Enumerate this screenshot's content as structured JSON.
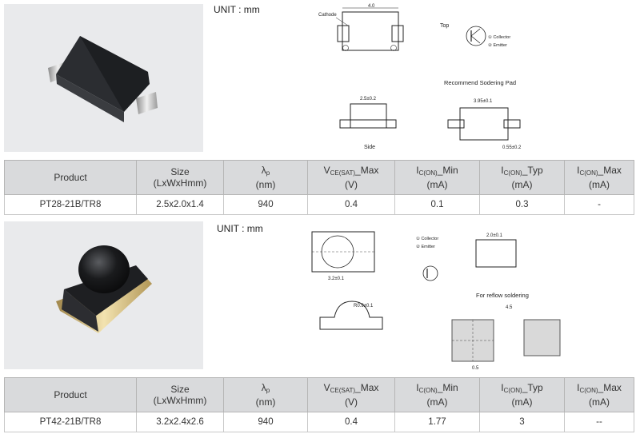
{
  "unit_label": "UNIT : mm",
  "products": [
    {
      "drawing": {
        "cathode": "Cathode",
        "dim_top": "4.0",
        "top": "Top",
        "pin1": "① Collector",
        "pin2": "② Emitter",
        "recommend": "Recommend Sodering Pad",
        "side": "Side",
        "dim_a": "2.5±0.2",
        "dim_b": "3.95±0.1",
        "dim_c": "0.55±0.2"
      },
      "header": {
        "product": "Product",
        "size_1": "Size",
        "size_2": "(LxWxHmm)",
        "lambda_main": "λ",
        "lambda_sub": "p",
        "lambda_unit": "(nm)",
        "vce_main": "V",
        "vce_sub": "CE(SAT)",
        "vce_tail": "_Max",
        "vce_unit": "(V)",
        "icmin_main": "I",
        "icmin_sub": "C(ON)",
        "icmin_tail": "_Min",
        "icmin_unit": "(mA)",
        "ictyp_main": "I",
        "ictyp_sub": "C(ON)",
        "ictyp_tail": "_Typ",
        "ictyp_unit": "(mA)",
        "icmax_main": "I",
        "icmax_sub": "C(ON)",
        "icmax_tail": "_Max",
        "icmax_unit": "(mA)"
      },
      "row": [
        "PT28-21B/TR8",
        "2.5x2.0x1.4",
        "940",
        "0.4",
        "0.1",
        "0.3",
        "-"
      ]
    },
    {
      "drawing": {
        "pin1": "① Collector",
        "pin2": "② Emitter",
        "reflow": "For reflow soldering",
        "dim_top": "4.5",
        "dim_bot": "0.5",
        "dim_a": "3.2±0.1",
        "dim_b": "R0.9±0.1",
        "dim_c": "2.0±0.1"
      },
      "header": {
        "product": "Product",
        "size_1": "Size",
        "size_2": "(LxWxHmm)",
        "lambda_main": "λ",
        "lambda_sub": "p",
        "lambda_unit": "(nm)",
        "vce_main": "V",
        "vce_sub": "CE(SAT)",
        "vce_tail": "_Max",
        "vce_unit": "(V)",
        "icmin_main": "I",
        "icmin_sub": "C(ON)",
        "icmin_tail": "_Min",
        "icmin_unit": "(mA)",
        "ictyp_main": "I",
        "ictyp_sub": "C(ON)",
        "ictyp_tail": "_Typ",
        "ictyp_unit": "(mA)",
        "icmax_main": "I",
        "icmax_sub": "C(ON)",
        "icmax_tail": "_Max",
        "icmax_unit": "(mA)"
      },
      "row": [
        "PT42-21B/TR8",
        "3.2x2.4x2.6",
        "940",
        "0.4",
        "1.77",
        "3",
        "--"
      ]
    }
  ]
}
